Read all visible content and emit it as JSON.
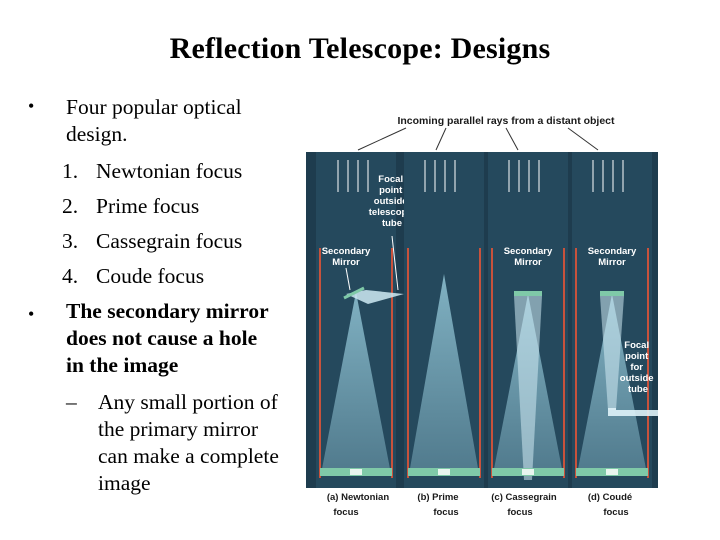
{
  "title": "Reflection Telescope: Designs",
  "bullets": {
    "first": {
      "line1": "Four popular optical",
      "line2": "design."
    },
    "list": [
      {
        "num": "1.",
        "text": "Newtonian focus"
      },
      {
        "num": "2.",
        "text": "Prime focus"
      },
      {
        "num": "3.",
        "text": "Cassegrain focus"
      },
      {
        "num": "4.",
        "text": "Coude focus"
      }
    ],
    "second": {
      "line1": "The secondary mirror",
      "line2": "does not cause a hole",
      "line3": "in the image"
    },
    "sub": {
      "dash": "–",
      "line1": "Any small portion of",
      "line2": "the primary mirror",
      "line3": "can make a complete",
      "line4": "image"
    },
    "bullet_symbol": "•"
  },
  "diagram": {
    "incoming_label": "Incoming parallel rays from a distant object",
    "focal_outside_tube": [
      "Focal",
      "point",
      "outside",
      "telescope",
      "tube"
    ],
    "secondary_mirror": [
      "Secondary",
      "Mirror"
    ],
    "focal_point_for_outside_tube": [
      "Focal",
      "point",
      "for",
      "outside",
      "tube"
    ],
    "captions": [
      {
        "line1": "(a) Newtonian",
        "line2": "focus"
      },
      {
        "line1": "(b) Prime",
        "line2": "focus"
      },
      {
        "line1": "(c) Cassegrain",
        "line2": "focus"
      },
      {
        "line1": "(d) Coudé",
        "line2": "focus"
      }
    ],
    "colors": {
      "panel": "#1e3c4e",
      "tube": "#c8523c",
      "beam": "#9fd4e4",
      "mirror": "#7fc9a8",
      "white": "#ffffff"
    }
  }
}
